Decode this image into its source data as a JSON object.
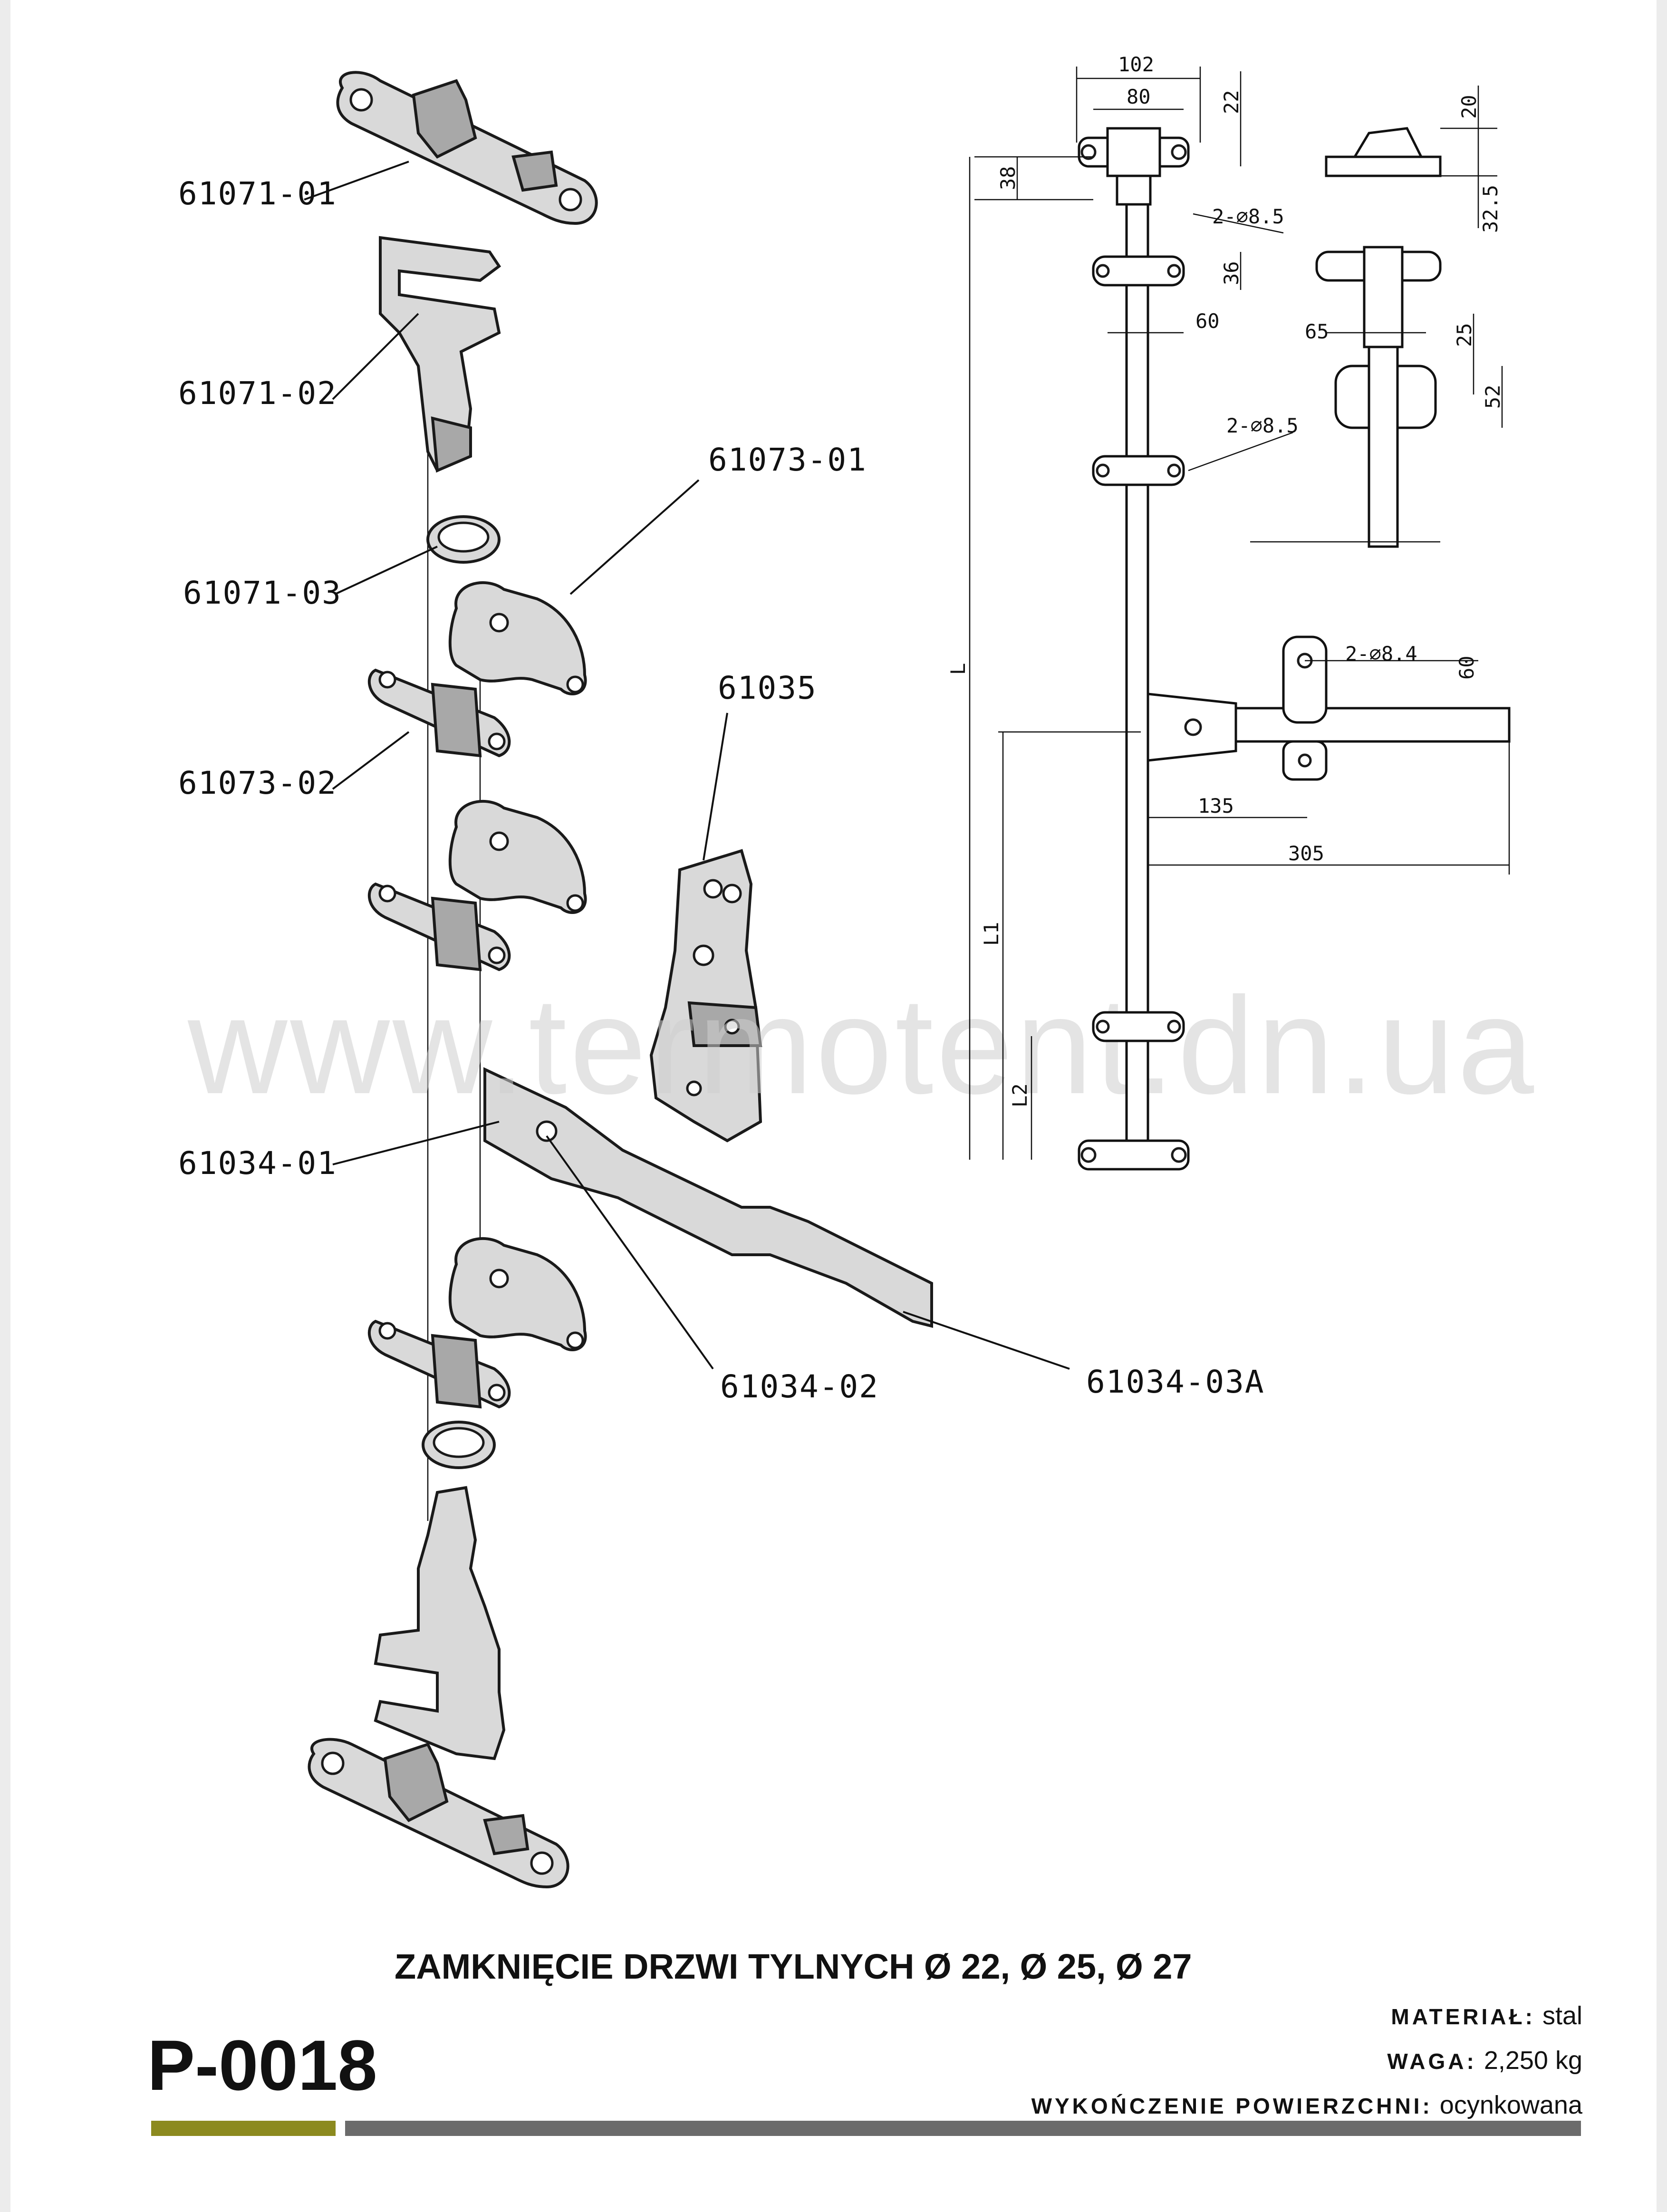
{
  "parts": {
    "p1": "61071-01",
    "p2": "61071-02",
    "p3": "61071-03",
    "p4": "61073-01",
    "p5": "61073-02",
    "p6": "61035",
    "p7": "61034-01",
    "p8": "61034-02",
    "p9": "61034-03A"
  },
  "dimensions": {
    "d102": "102",
    "d80": "80",
    "d22": "22",
    "d38": "38",
    "d2x85a": "2-⌀8.5",
    "d36": "36",
    "d60a": "60",
    "d2x85b": "2-⌀8.5",
    "d20": "20",
    "d32_5": "32.5",
    "d65": "65",
    "d25": "25",
    "d52": "52",
    "dL": "L",
    "dL1": "L1",
    "dL2": "L2",
    "d2x84": "2-⌀8.4",
    "d60b": "60",
    "d135": "135",
    "d305": "305"
  },
  "watermark": "www.termotent.dn.ua",
  "footer": {
    "title": "ZAMKNIĘCIE DRZWI TYLNYCH Ø 22, Ø 25, Ø 27",
    "code": "P-0018",
    "material_label": "MATERIAŁ:",
    "material_value": "stal",
    "weight_label": "WAGA:",
    "weight_value": "2,250 kg",
    "finish_label": "WYKOŃCZENIE POWIERZCHNI:",
    "finish_value": "ocynkowana"
  },
  "colors": {
    "accent_bar": "#8c8a1f",
    "gray_bar": "#6b6b6b"
  }
}
